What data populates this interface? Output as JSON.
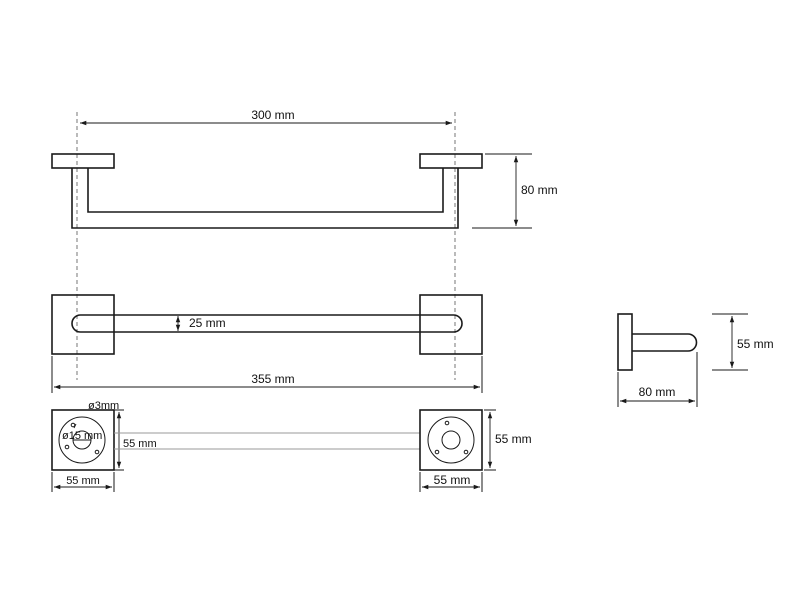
{
  "dimensions": {
    "top_width": "300 mm",
    "top_height": "80 mm",
    "bar_diameter": "25 mm",
    "total_length": "355 mm",
    "side_height": "55 mm",
    "side_depth": "80 mm",
    "screw_hole": "ø3mm",
    "center_hole": "ø15 mm",
    "plate_inner": "55 mm",
    "plate_left_width": "55 mm",
    "plate_right_height": "55 mm",
    "plate_right_width": "55 mm"
  },
  "colors": {
    "line": "#1a1a1a",
    "bar_line": "#9a9a9a"
  }
}
